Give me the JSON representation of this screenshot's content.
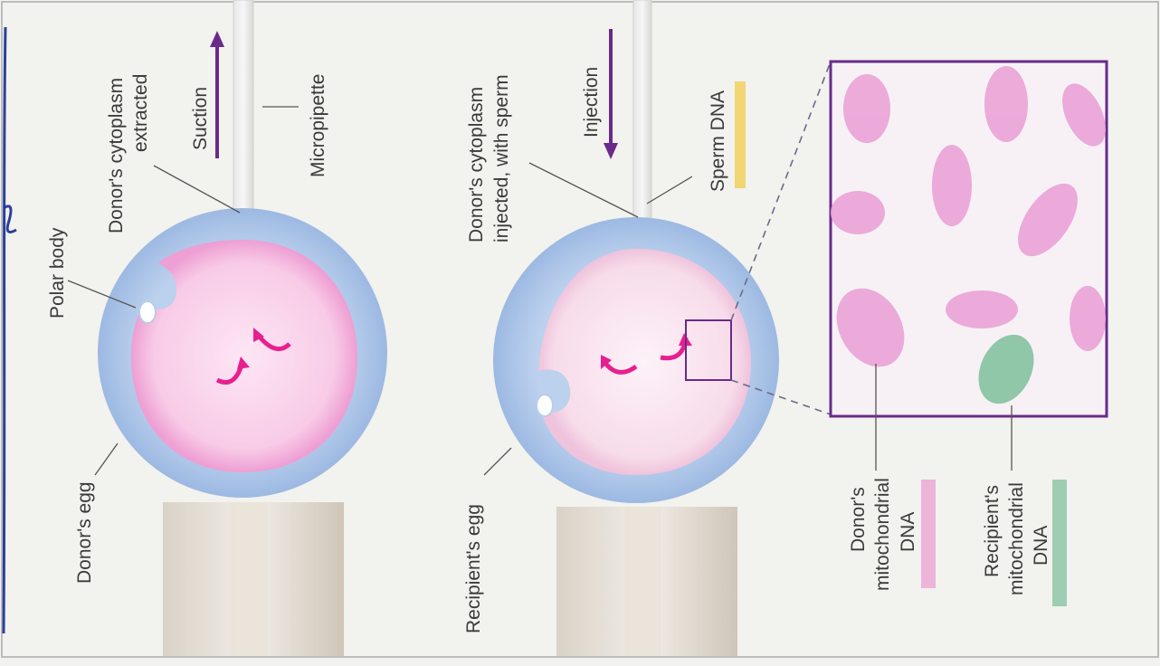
{
  "labels": {
    "polar_body": "Polar body",
    "donor_cytoplasm_extracted_1": "Donor's cytoplasm",
    "donor_cytoplasm_extracted_2": "extracted",
    "suction": "Suction",
    "micropipette": "Micropipette",
    "donor_egg": "Donor's egg",
    "donor_cytoplasm_injected_1": "Donor's cytoplasm",
    "donor_cytoplasm_injected_2": "injected, with sperm",
    "injection": "Injection",
    "sperm_dna": "Sperm DNA",
    "recipient_egg": "Recipient's egg",
    "donor_mito_1": "Donor's",
    "donor_mito_2": "mitochondrial",
    "donor_mito_3": "DNA",
    "recipient_mito_1": "Recipient's",
    "recipient_mito_2": "mitochondrial",
    "recipient_mito_3": "DNA"
  },
  "colors": {
    "zona": "#a9c4e6",
    "donor_cytoplasm": "#f6c6e6",
    "recipient_cytoplasm": "#f8e2ee",
    "nucleus_arrow": "#e7208f",
    "arrow": "#6a2a8a",
    "box_border": "#6a2a8a",
    "donor_mito": "#eaa3d6",
    "recipient_mito": "#8fc7a8",
    "sperm_dna": "#f0cc4a"
  }
}
